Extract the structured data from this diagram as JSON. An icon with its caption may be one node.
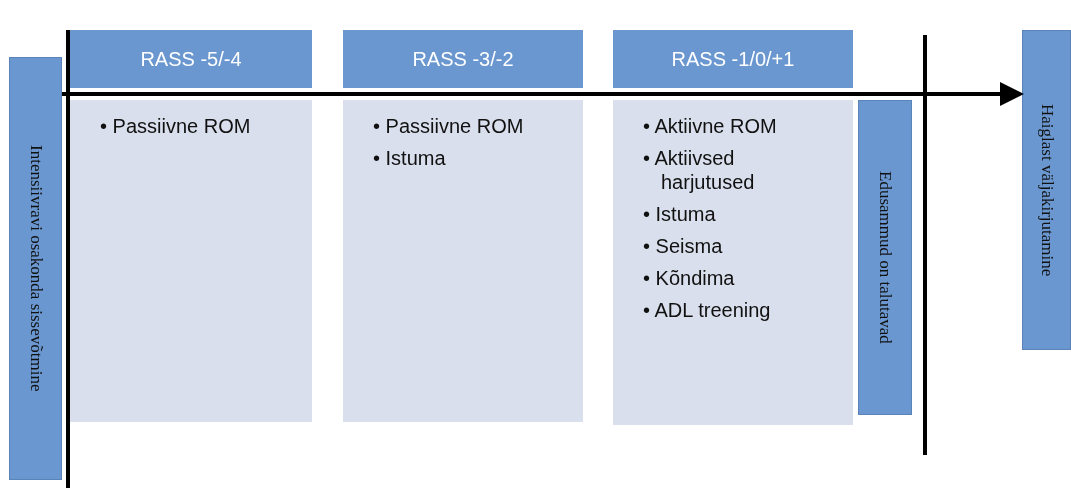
{
  "diagram": {
    "nodes": [
      {
        "text": [
          "Intensiivravi osakonda sissevõtmine"
        ]
      },
      {
        "text": [
          "RASS -5/-4"
        ]
      },
      {
        "text": [
          "• Passiivne ROM"
        ]
      },
      {
        "text": [
          "RASS -3/-2"
        ]
      },
      {
        "text": [
          "• Passiivne ROM",
          "• Istuma"
        ]
      },
      {
        "text": [
          "RASS -1/0/+1"
        ]
      },
      {
        "text": [
          "• Aktiivne ROM",
          "• Aktiivsed harjutused",
          "• Istuma",
          "• Seisma",
          "• Kõndima",
          "• ADL treening"
        ]
      },
      {
        "text": [
          "Edusammud on talutavad"
        ]
      },
      {
        "text": [
          "Haiglast väljakirjutamine"
        ]
      }
    ],
    "edges": [
      {
        "from": 0,
        "to": 8,
        "arrow": "to"
      }
    ]
  }
}
